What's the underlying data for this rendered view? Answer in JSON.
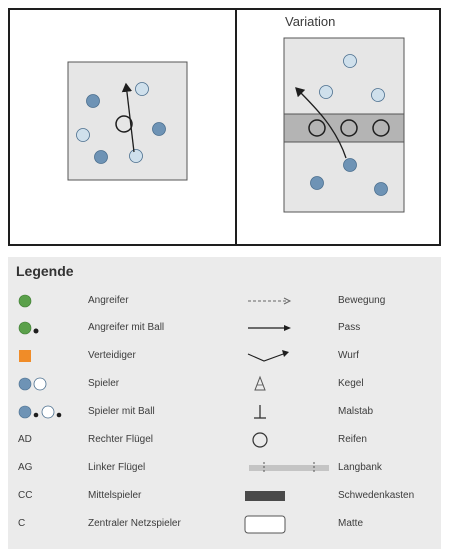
{
  "variation_label": "Variation",
  "legend": {
    "title": "Legende",
    "rows": [
      {
        "left_symbol": "attacker-icon",
        "left_label": "Angreifer",
        "right_symbol": "movement-arrow-icon",
        "right_label": "Bewegung"
      },
      {
        "left_symbol": "attacker-with-ball-icon",
        "left_label": "Angreifer mit Ball",
        "right_symbol": "pass-arrow-icon",
        "right_label": "Pass"
      },
      {
        "left_symbol": "defender-icon",
        "left_label": "Verteidiger",
        "right_symbol": "shot-arrow-icon",
        "right_label": "Wurf"
      },
      {
        "left_symbol": "player-icon",
        "left_label": "Spieler",
        "right_symbol": "cone-icon",
        "right_label": "Kegel"
      },
      {
        "left_symbol": "player-with-ball-icon",
        "left_label": "Spieler mit Ball",
        "right_symbol": "pole-icon",
        "right_label": "Malstab"
      },
      {
        "left_abbr": "AD",
        "left_label": "Rechter Flügel",
        "right_symbol": "hoop-icon",
        "right_label": "Reifen"
      },
      {
        "left_abbr": "AG",
        "left_label": "Linker Flügel",
        "right_symbol": "bench-icon",
        "right_label": "Langbank"
      },
      {
        "left_abbr": "CC",
        "left_label": "Mittelspieler",
        "right_symbol": "vaulting-box-icon",
        "right_label": "Schwedenkasten"
      },
      {
        "left_abbr": "C",
        "left_label": "Zentraler Netzspieler",
        "right_symbol": "mat-icon",
        "right_label": "Matte"
      }
    ]
  },
  "colors": {
    "attacker": "#5aa04a",
    "defender": "#f08c28",
    "player_blue": "#6e93b5",
    "player_light": "#cfe0ec",
    "court": "#e6e6e6",
    "band": "#b4b4b4"
  }
}
